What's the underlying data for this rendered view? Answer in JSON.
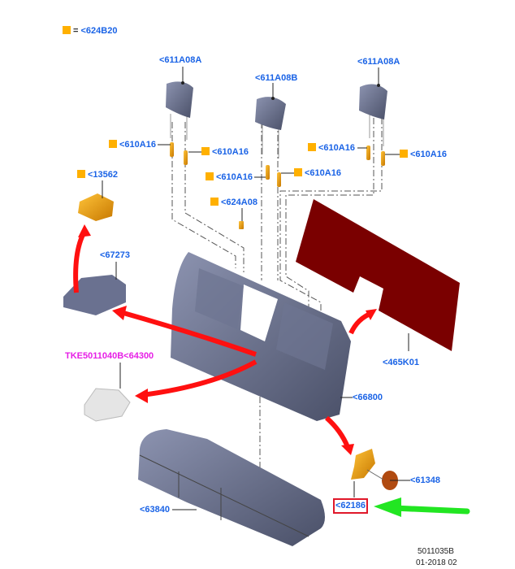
{
  "legend": {
    "marker_color": "#ffb000",
    "equals": "=",
    "part": "<624B20"
  },
  "labels": {
    "headrest_left": "<611A08A",
    "headrest_center": "<611A08B",
    "headrest_right": "<611A08A",
    "guide_1": "<610A16",
    "guide_2": "<610A16",
    "guide_3": "<610A16",
    "guide_4": "<610A16",
    "guide_5": "<610A16",
    "guide_6": "<610A16",
    "clip": "<624A08",
    "cupholder_insert": "<13562",
    "armrest": "<67273",
    "armrest_bracket": "TKE5011040B<64300",
    "backrest_panel": "<465K01",
    "backrest_frame": "<66800",
    "cushion": "<63840",
    "bracket_62186": "<62186",
    "cap_61348": "<61348"
  },
  "highlighted_part": "<62186",
  "colors": {
    "label_blue": "#1a63e6",
    "highlight_red": "#e0182a",
    "arrow_red": "#ff1010",
    "arrow_green": "#22e622",
    "panel": "#7a0000",
    "seat": "#5e6680",
    "orange_part": "#e89a10"
  },
  "footer": {
    "doc_number": "5011035B",
    "date_code": "01-2018 02"
  }
}
